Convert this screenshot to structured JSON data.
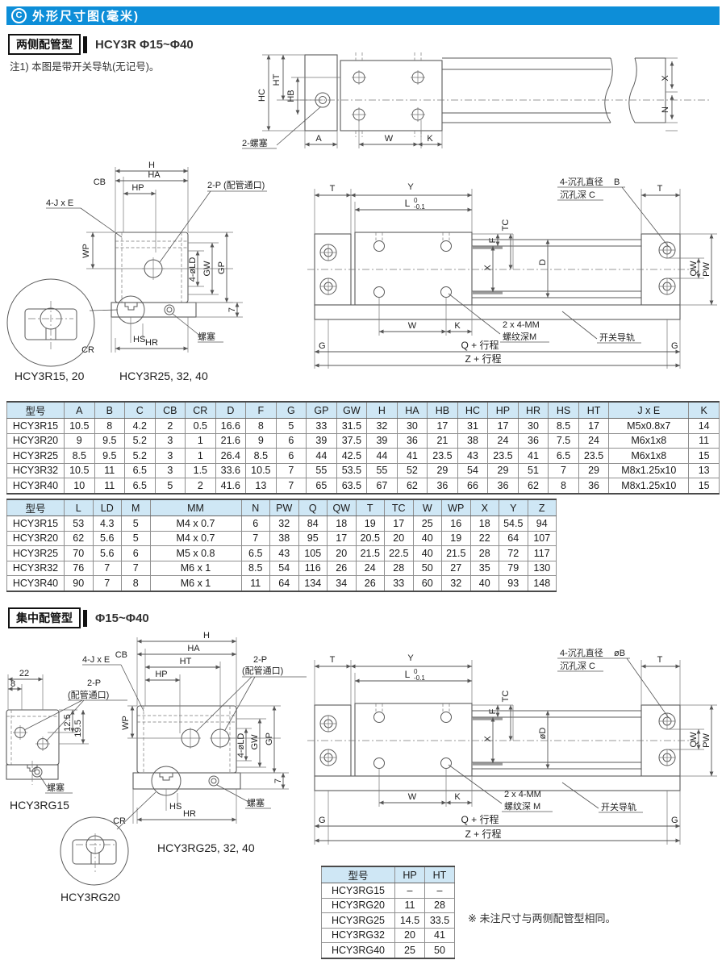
{
  "header": {
    "icon_letter": "C",
    "title": "外形尺寸图(毫米)",
    "bar_color": "#0d8ed8"
  },
  "section1": {
    "tag": "两侧配管型",
    "range": "HCY3R Φ15~Φ40",
    "note": "注1) 本图是带开关导轨(无记号)。"
  },
  "section2": {
    "tag": "集中配管型",
    "range": "Φ15~Φ40",
    "note": "※ 未注尺寸与两侧配管型相同。"
  },
  "drawings": {
    "side_view": {
      "hc": "HC",
      "ht": "HT",
      "hb": "HB",
      "x": "X",
      "n": "N",
      "a": "A",
      "w": "W",
      "k": "K",
      "plug": "2-螺塞"
    },
    "end_view": {
      "h": "H",
      "cb": "CB",
      "ha": "HA",
      "hp": "HP",
      "je": "4-J x E",
      "port": "2-P (配管通口)",
      "wp": "WP",
      "ld": "4-øLD",
      "gw": "GW",
      "gp": "GP",
      "hs": "HS",
      "cr": "CR",
      "hr": "HR",
      "plug": "螺塞",
      "height7": "7",
      "caption_small": "HCY3R15, 20",
      "caption_large": "HCY3R25, 32, 40"
    },
    "top_view": {
      "t_left": "T",
      "y": "Y",
      "l": "L",
      "tol_top": "0",
      "tol_bottom": "-0.1",
      "tc": "TC",
      "f": "F",
      "x": "X",
      "d": "D",
      "bore_line1": "4-沉孔直径",
      "bore_b": "B",
      "bore_line2": "沉孔深 C",
      "t_right": "T",
      "qw": "QW",
      "pw": "PW",
      "w": "W",
      "k": "K",
      "thread_line1": "2 x 4-MM",
      "thread_line2": "螺纹深M",
      "rail": "开关导轨",
      "g_left": "G",
      "g_right": "G",
      "q_stroke": "Q + 行程",
      "z_stroke": "Z + 行程"
    },
    "g_front": {
      "dim22": "22",
      "dim8": "8",
      "port_line1": "2-P",
      "port_line2": "(配管通口)",
      "dim125": "12.5",
      "dim195": "19.5",
      "plug": "螺塞",
      "caption": "HCY3RG15"
    },
    "g_end": {
      "h": "H",
      "cb": "CB",
      "ha": "HA",
      "ht": "HT",
      "hp": "HP",
      "je": "4-J x E",
      "port_line1": "2-P",
      "port_line2": "(配管通口)",
      "wp": "WP",
      "ld": "4-øLD",
      "gw": "GW",
      "gp": "GP",
      "hs": "HS",
      "cr": "CR",
      "hr": "HR",
      "plug": "螺塞",
      "height7": "7",
      "caption": "HCY3RG25, 32, 40",
      "caption_detail": "HCY3RG20"
    },
    "g_top": {
      "t_left": "T",
      "y": "Y",
      "l": "L",
      "tol_top": "0",
      "tol_bottom": "-0.1",
      "tc": "TC",
      "f": "F",
      "x": "X",
      "d": "øD",
      "bore_line1": "4-沉孔直径",
      "bore_b": "øB",
      "bore_line2": "沉孔深 C",
      "t_right": "T",
      "qw": "QW",
      "pw": "PW",
      "w": "W",
      "k": "K",
      "thread_line1": "2 x 4-MM",
      "thread_line2": "螺纹深 M",
      "rail": "开关导轨",
      "g_left": "G",
      "g_right": "G",
      "q_stroke": "Q + 行程",
      "z_stroke": "Z + 行程"
    }
  },
  "table1": {
    "headers": [
      "型号",
      "A",
      "B",
      "C",
      "CB",
      "CR",
      "D",
      "F",
      "G",
      "GP",
      "GW",
      "H",
      "HA",
      "HB",
      "HC",
      "HP",
      "HR",
      "HS",
      "HT",
      "J x E",
      "K"
    ],
    "rows": [
      [
        "HCY3R15",
        "10.5",
        "8",
        "4.2",
        "2",
        "0.5",
        "16.6",
        "8",
        "5",
        "33",
        "31.5",
        "32",
        "30",
        "17",
        "31",
        "17",
        "30",
        "8.5",
        "17",
        "M5x0.8x7",
        "14"
      ],
      [
        "HCY3R20",
        "9",
        "9.5",
        "5.2",
        "3",
        "1",
        "21.6",
        "9",
        "6",
        "39",
        "37.5",
        "39",
        "36",
        "21",
        "38",
        "24",
        "36",
        "7.5",
        "24",
        "M6x1x8",
        "11"
      ],
      [
        "HCY3R25",
        "8.5",
        "9.5",
        "5.2",
        "3",
        "1",
        "26.4",
        "8.5",
        "6",
        "44",
        "42.5",
        "44",
        "41",
        "23.5",
        "43",
        "23.5",
        "41",
        "6.5",
        "23.5",
        "M6x1x8",
        "15"
      ],
      [
        "HCY3R32",
        "10.5",
        "11",
        "6.5",
        "3",
        "1.5",
        "33.6",
        "10.5",
        "7",
        "55",
        "53.5",
        "55",
        "52",
        "29",
        "54",
        "29",
        "51",
        "7",
        "29",
        "M8x1.25x10",
        "13"
      ],
      [
        "HCY3R40",
        "10",
        "11",
        "6.5",
        "5",
        "2",
        "41.6",
        "13",
        "7",
        "65",
        "63.5",
        "67",
        "62",
        "36",
        "66",
        "36",
        "62",
        "8",
        "36",
        "M8x1.25x10",
        "15"
      ]
    ]
  },
  "table2": {
    "headers": [
      "型号",
      "L",
      "LD",
      "M",
      "MM",
      "N",
      "PW",
      "Q",
      "QW",
      "T",
      "TC",
      "W",
      "WP",
      "X",
      "Y",
      "Z"
    ],
    "rows": [
      [
        "HCY3R15",
        "53",
        "4.3",
        "5",
        "M4 x 0.7",
        "6",
        "32",
        "84",
        "18",
        "19",
        "17",
        "25",
        "16",
        "18",
        "54.5",
        "94"
      ],
      [
        "HCY3R20",
        "62",
        "5.6",
        "5",
        "M4 x 0.7",
        "7",
        "38",
        "95",
        "17",
        "20.5",
        "20",
        "40",
        "19",
        "22",
        "64",
        "107"
      ],
      [
        "HCY3R25",
        "70",
        "5.6",
        "6",
        "M5 x 0.8",
        "6.5",
        "43",
        "105",
        "20",
        "21.5",
        "22.5",
        "40",
        "21.5",
        "28",
        "72",
        "117"
      ],
      [
        "HCY3R32",
        "76",
        "7",
        "7",
        "M6 x 1",
        "8.5",
        "54",
        "116",
        "26",
        "24",
        "28",
        "50",
        "27",
        "35",
        "79",
        "130"
      ],
      [
        "HCY3R40",
        "90",
        "7",
        "8",
        "M6 x 1",
        "11",
        "64",
        "134",
        "34",
        "26",
        "33",
        "60",
        "32",
        "40",
        "93",
        "148"
      ]
    ]
  },
  "table3": {
    "headers": [
      "型号",
      "HP",
      "HT"
    ],
    "rows": [
      [
        "HCY3RG15",
        "–",
        "–"
      ],
      [
        "HCY3RG20",
        "11",
        "28"
      ],
      [
        "HCY3RG25",
        "14.5",
        "33.5"
      ],
      [
        "HCY3RG32",
        "20",
        "41"
      ],
      [
        "HCY3RG40",
        "25",
        "50"
      ]
    ]
  }
}
